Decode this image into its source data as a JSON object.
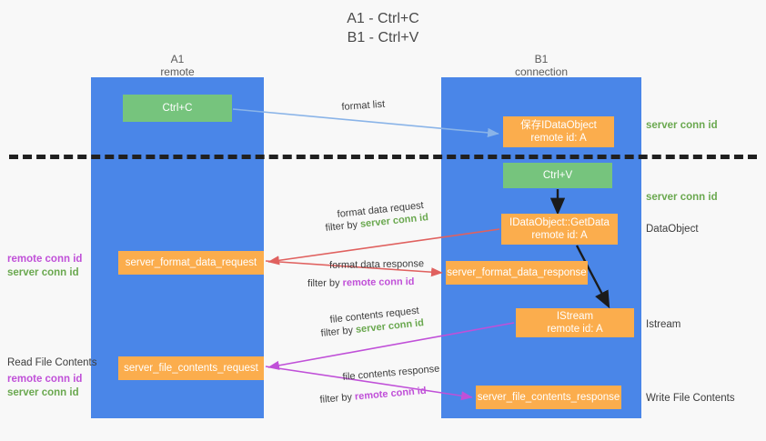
{
  "title": {
    "line1": "A1 - Ctrl+C",
    "line2": "B1 - Ctrl+V"
  },
  "columns": [
    {
      "name": "A1",
      "sub": "remote"
    },
    {
      "name": "B1",
      "sub": "connection"
    }
  ],
  "nodes": {
    "ctrl_c": {
      "label": "Ctrl+C",
      "color": "#76c47d"
    },
    "data_object": {
      "label": "保存IDataObject",
      "sub": "remote id: A",
      "color": "#fbad4d"
    },
    "ctrl_v": {
      "label": "Ctrl+V",
      "color": "#76c47d"
    },
    "get_data": {
      "label": "IDataObject::GetData",
      "sub": "remote id: A",
      "color": "#fbad4d"
    },
    "istream": {
      "label": "IStream",
      "sub": "remote id: A",
      "color": "#fbad4d"
    },
    "format_data_request": {
      "label": "server_format_data_request",
      "color": "#fbad4d"
    },
    "format_data_response": {
      "label": "server_format_data_response",
      "color": "#fbad4d"
    },
    "file_contents_request": {
      "label": "server_file_contents_request",
      "color": "#fbad4d"
    },
    "file_contents_response": {
      "label": "server_file_contents_response",
      "color": "#fbad4d"
    }
  },
  "edge_labels": {
    "format_list": "format list",
    "format_data_request": "format data request",
    "format_data_request_filter_prefix": "filter by ",
    "format_data_request_filter_key": "server conn id",
    "format_data_response": "format data response",
    "format_data_response_filter_prefix": "filter by ",
    "format_data_response_filter_key": "remote conn id",
    "file_contents_request": "file contents request",
    "file_contents_request_filter_prefix": "filter by ",
    "file_contents_request_filter_key": "server conn id",
    "file_contents_response": "file contents response",
    "file_contents_response_filter_prefix": "filter by ",
    "file_contents_response_filter_key": "remote conn id"
  },
  "annotations": {
    "right": {
      "server_conn_id_top": "server conn id",
      "server_conn_id_mid": "server conn id",
      "data_object": "DataObject",
      "istream": "Istream",
      "write_file_contents": "Write File Contents"
    },
    "left": {
      "remote_conn_id_1": "remote conn id",
      "server_conn_id_1": "server conn id",
      "read_file_contents": "Read File Contents",
      "remote_conn_id_2": "remote conn id",
      "server_conn_id_2": "server conn id"
    }
  },
  "colors": {
    "lane": "#4a86e8",
    "green_node": "#76c47d",
    "orange_node": "#fbad4d",
    "green_text": "#6aa84f",
    "purple_text": "#c050d8",
    "arrow_light_blue": "#8ab4e8",
    "arrow_red": "#e0615f",
    "arrow_purple": "#c050d8",
    "arrow_dark": "#1b1b1b",
    "divider": "#202020",
    "background": "#f8f8f8"
  }
}
